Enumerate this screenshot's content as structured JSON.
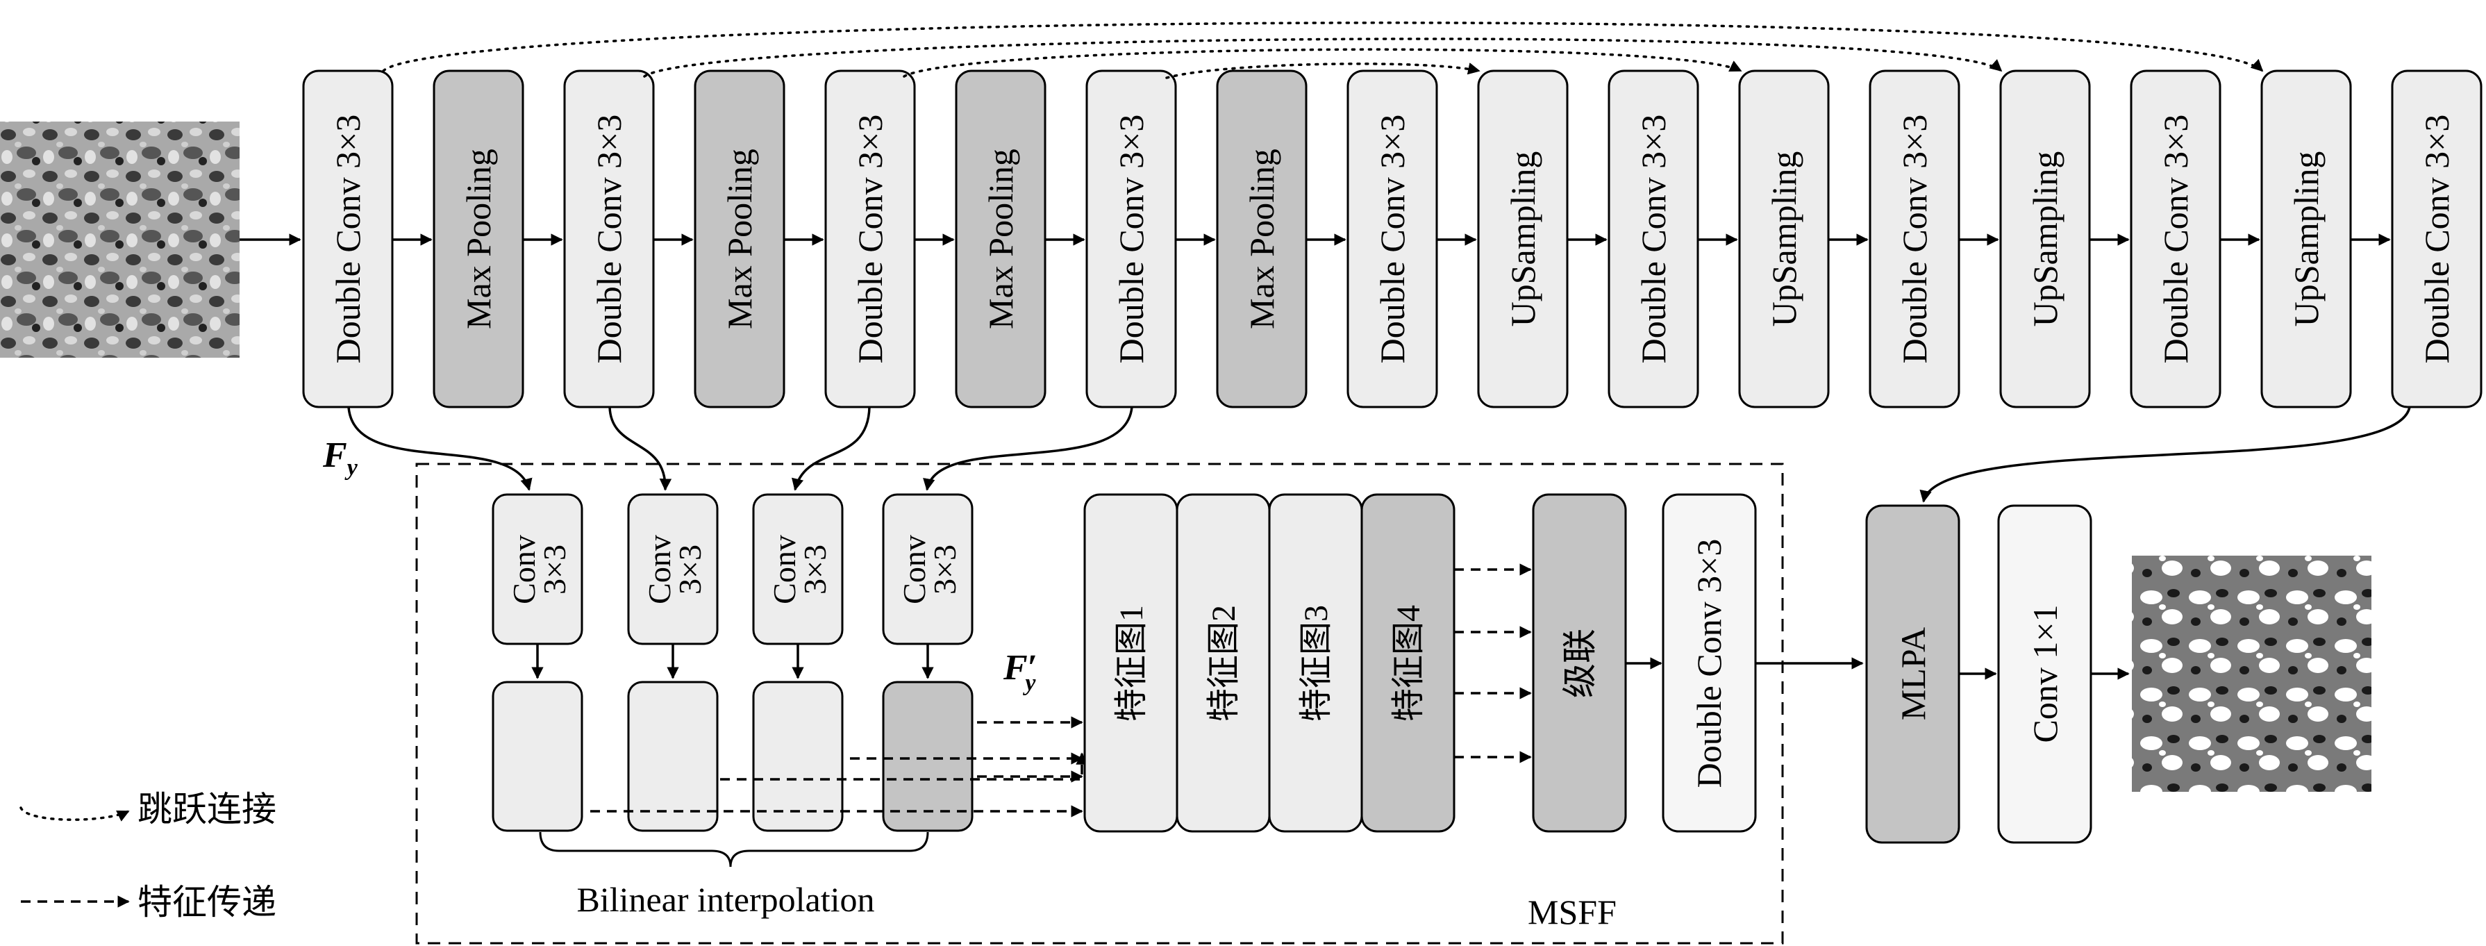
{
  "encoder_decoder": {
    "blocks": [
      {
        "label": "Double Conv 3×3",
        "style": "light"
      },
      {
        "label": "Max Pooling",
        "style": "dark"
      },
      {
        "label": "Double Conv 3×3",
        "style": "light"
      },
      {
        "label": "Max Pooling",
        "style": "dark"
      },
      {
        "label": "Double Conv 3×3",
        "style": "light"
      },
      {
        "label": "Max Pooling",
        "style": "dark"
      },
      {
        "label": "Double Conv 3×3",
        "style": "light"
      },
      {
        "label": "Max Pooling",
        "style": "dark"
      },
      {
        "label": "Double Conv 3×3",
        "style": "light"
      },
      {
        "label": "UpSampling",
        "style": "light"
      },
      {
        "label": "Double Conv 3×3",
        "style": "light"
      },
      {
        "label": "UpSampling",
        "style": "light"
      },
      {
        "label": "Double Conv 3×3",
        "style": "light"
      },
      {
        "label": "UpSampling",
        "style": "light"
      },
      {
        "label": "Double Conv 3×3",
        "style": "light"
      },
      {
        "label": "UpSampling",
        "style": "light"
      },
      {
        "label": "Double Conv 3×3",
        "style": "light"
      }
    ]
  },
  "labels": {
    "f_y": "F",
    "f_y_sub": "y",
    "f_y_prime": "F",
    "f_y_prime_sub": "y",
    "prime": "′"
  },
  "msff": {
    "title": "MSFF",
    "conv_line1": "Conv",
    "conv_line2": "3×3",
    "interp_label": "Bilinear interpolation",
    "feature_maps": [
      "特征图1",
      "特征图2",
      "特征图3",
      "特征图4"
    ],
    "concat_label": "级联",
    "double_conv_label": "Double Conv 3×3"
  },
  "head": {
    "mlpa_label": "MLPA",
    "conv1_label": "Conv 1×1"
  },
  "legend": {
    "skip_label": "跳跃连接",
    "feature_label": "特征传递"
  },
  "colors": {
    "light_box": "#ededed",
    "dark_box": "#c4c4c4",
    "white_box": "#f6f6f6"
  }
}
